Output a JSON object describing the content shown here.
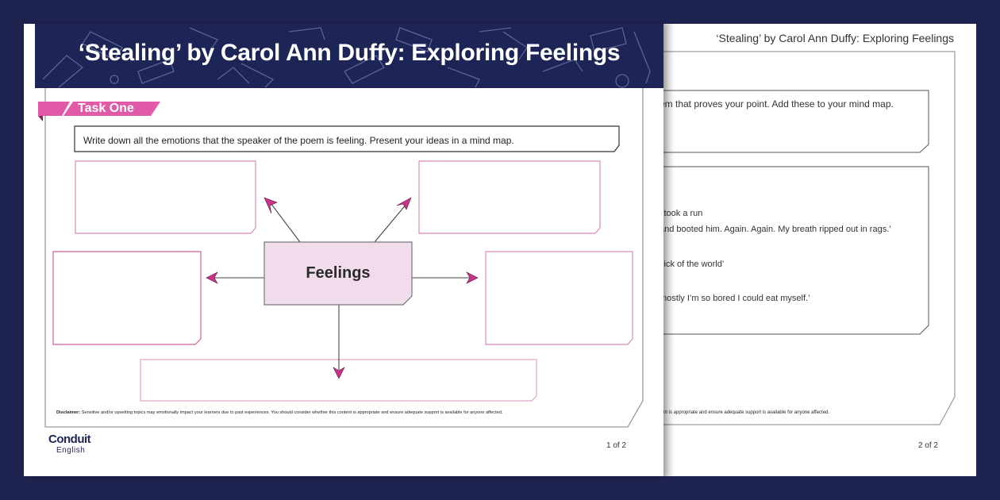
{
  "document": {
    "title": "‘Stealing’ by Carol Ann Duffy: Exploring Feelings",
    "brand": {
      "name": "Conduit",
      "subtitle": "English"
    },
    "colors": {
      "background": "#1f2350",
      "banner": "#1d2456",
      "accent_pink": "#e05aa8",
      "center_fill": "#f0dcea",
      "box_border": "#d98bb8"
    }
  },
  "page1": {
    "task_label": "Task One",
    "instruction": "Write down all the emotions that the speaker of the poem is feeling. Present your ideas in a mind map.",
    "center_node": "Feelings",
    "answer_boxes": [
      "top-left",
      "top-right",
      "middle-left",
      "middle-right",
      "bottom"
    ],
    "disclaimer_label": "Disclaimer:",
    "disclaimer_text": " Sensitive and/or upsetting topics may emotionally impact your learners due to past experiences. You should consider whether this content is appropriate and ensure adequate support is available for anyone affected.",
    "page_number": "1 of 2"
  },
  "page2": {
    "header_title": "‘Stealing’ by Carol Ann Duffy: Exploring Feelings",
    "instruction_visible": "em that proves your point. Add these to your mind map.",
    "quotes": [
      "l took a run",
      "and booted him. Again. Again. My breath ripped out in rags.’",
      "sick of the world’",
      "mostly I’m so bored I could eat myself.’"
    ],
    "disclaimer_visible": "tent is appropriate and ensure adequate support is available for anyone affected.",
    "page_number": "2 of 2"
  }
}
